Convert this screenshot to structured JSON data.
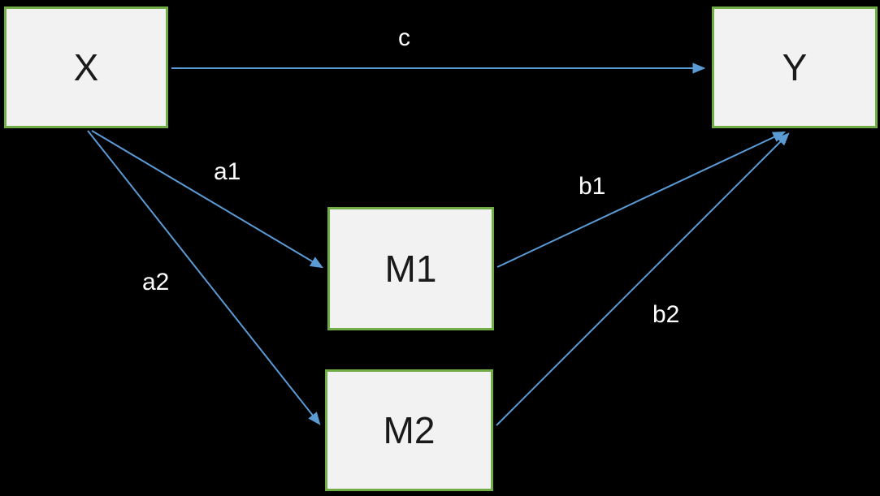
{
  "diagram": {
    "type": "mediation-path-diagram",
    "nodes": [
      {
        "id": "X",
        "label": "X"
      },
      {
        "id": "Y",
        "label": "Y"
      },
      {
        "id": "M1",
        "label": "M1"
      },
      {
        "id": "M2",
        "label": "M2"
      }
    ],
    "edges": [
      {
        "id": "c",
        "label": "c",
        "from": "X",
        "to": "Y"
      },
      {
        "id": "a1",
        "label": "a1",
        "from": "X",
        "to": "M1"
      },
      {
        "id": "a2",
        "label": "a2",
        "from": "X",
        "to": "M2"
      },
      {
        "id": "b1",
        "label": "b1",
        "from": "M1",
        "to": "Y"
      },
      {
        "id": "b2",
        "label": "b2",
        "from": "M2",
        "to": "Y"
      }
    ],
    "colors": {
      "background": "#000000",
      "node_fill": "#f2f2f2",
      "node_border": "#70ad47",
      "arrow": "#5b9bd5",
      "edge_label_text": "#ffffff",
      "node_label_text": "#1a1a1a"
    }
  }
}
